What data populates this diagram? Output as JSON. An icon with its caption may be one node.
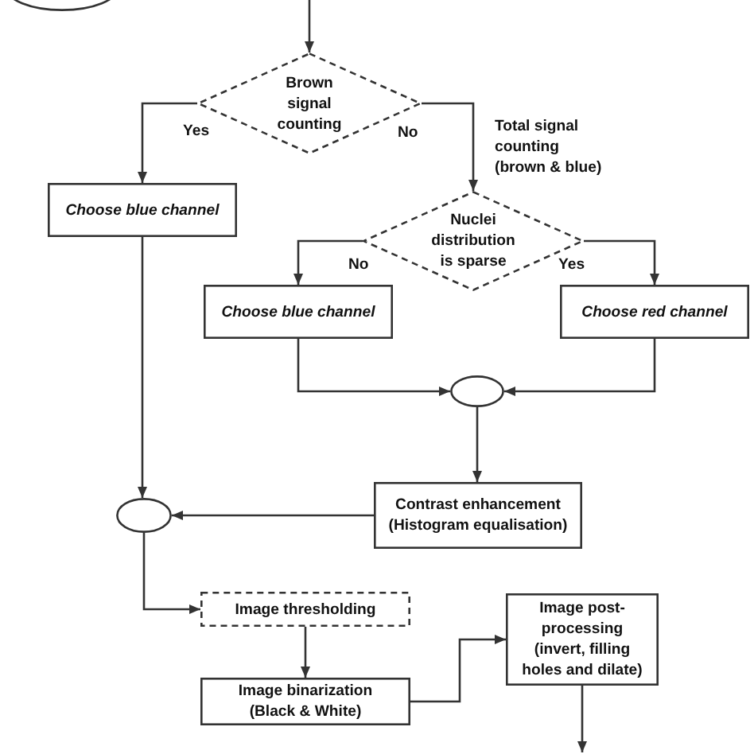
{
  "diagram": {
    "nodes": [
      {
        "text": [],
        "shape": "ellipse"
      },
      {
        "text": [
          "Brown signal counting"
        ]
      },
      {
        "text": [
          "Choose blue channel"
        ]
      },
      {
        "text": [
          "Nuclei distribution is sparse"
        ]
      },
      {
        "text": [
          "Choose blue channel"
        ]
      },
      {
        "text": [
          "Choose red channel"
        ]
      },
      {
        "text": [],
        "shape": "ellipse"
      },
      {
        "text": [
          "Contrast enhancement (Histogram equalisation)"
        ]
      },
      {
        "text": [],
        "shape": "ellipse"
      },
      {
        "text": [
          "Image thresholding"
        ]
      },
      {
        "text": [
          "Image binarization (Black & White)"
        ]
      },
      {
        "text": [
          "Image post-processing (invert, filling holes and dilate)"
        ]
      }
    ],
    "edges": [
      {
        "from": null,
        "to": 1,
        "arrow": "to"
      },
      {
        "from": 1,
        "to": 2,
        "arrow": "to",
        "label": "Yes"
      },
      {
        "from": 1,
        "to": 3,
        "arrow": "to",
        "label": "No"
      },
      {
        "from": 3,
        "to": 4,
        "arrow": "to",
        "label": "No"
      },
      {
        "from": 3,
        "to": 5,
        "arrow": "to",
        "label": "Yes"
      },
      {
        "from": 4,
        "to": 6,
        "arrow": "to"
      },
      {
        "from": 5,
        "to": 6,
        "arrow": "to"
      },
      {
        "from": 6,
        "to": 7,
        "arrow": "to"
      },
      {
        "from": 7,
        "to": 8,
        "arrow": "to"
      },
      {
        "from": 2,
        "to": 8,
        "arrow": "to"
      },
      {
        "from": 8,
        "to": 9,
        "arrow": "to"
      },
      {
        "from": 9,
        "to": 10,
        "arrow": "to"
      },
      {
        "from": 10,
        "to": 11,
        "arrow": "to"
      },
      {
        "from": 11,
        "to": null,
        "arrow": "to"
      }
    ],
    "labels": [
      "Total signal counting (brown & blue)"
    ]
  }
}
